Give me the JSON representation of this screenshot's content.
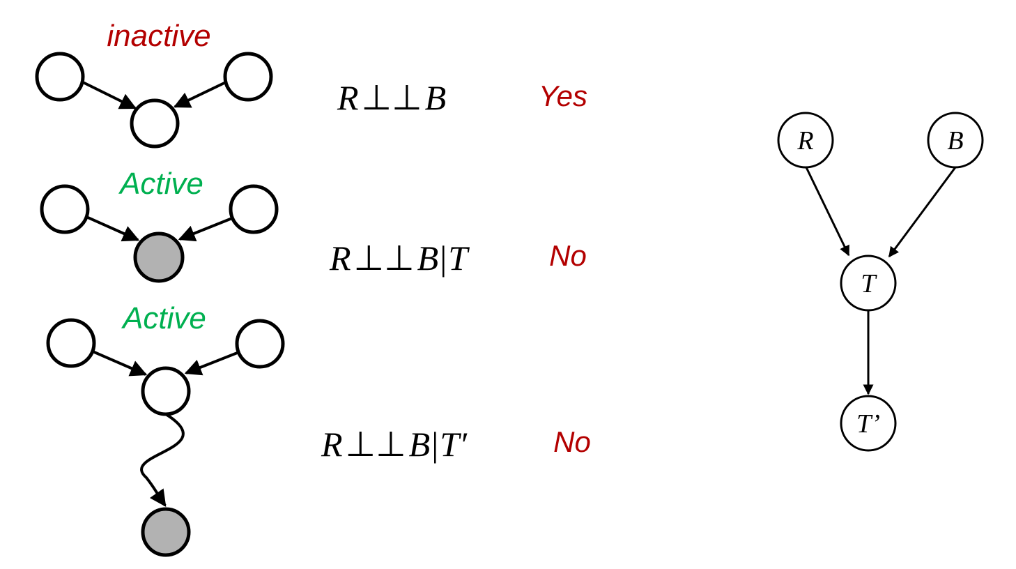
{
  "colors": {
    "inactive": "#b30000",
    "active": "#00b050",
    "answer": "#b30000",
    "observed_fill": "#b2b2b2",
    "unobserved_fill": "#ffffff"
  },
  "cases": [
    {
      "label": "inactive",
      "statement": {
        "a": "R",
        "b": "B",
        "given": ""
      },
      "answer": "Yes"
    },
    {
      "label": "Active",
      "statement": {
        "a": "R",
        "b": "B",
        "given": "T"
      },
      "answer": "No"
    },
    {
      "label": "Active",
      "statement": {
        "a": "R",
        "b": "B",
        "given": "T′"
      },
      "answer": "No"
    }
  ],
  "network": {
    "nodes": {
      "r": "R",
      "b": "B",
      "t": "T",
      "tp": "T’"
    },
    "edges": [
      [
        "R",
        "T"
      ],
      [
        "B",
        "T"
      ],
      [
        "T",
        "T’"
      ]
    ]
  },
  "symbols": {
    "independent": "⊥⊥",
    "given": "|"
  }
}
